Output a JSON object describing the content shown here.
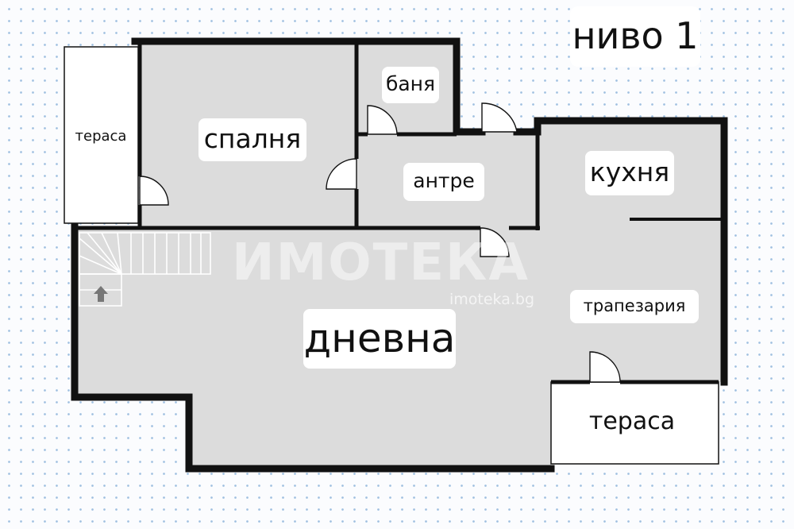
{
  "level_title": "ниво 1",
  "rooms": {
    "living": "дневна",
    "bedroom": "спалня",
    "bathroom": "баня",
    "hall": "антре",
    "kitchen": "кухня",
    "dining": "трапезария",
    "terrace_left": "тераса",
    "terrace_bottom": "тераса"
  },
  "watermark": {
    "brand": "ИМОТЕКА",
    "url": "imoteka.bg"
  },
  "colors": {
    "wall": "#111111",
    "floor": "#dcdcdc",
    "terrace": "#ffffff",
    "grid_dot": "#9fc0e0",
    "stair_arrow": "#777777"
  }
}
